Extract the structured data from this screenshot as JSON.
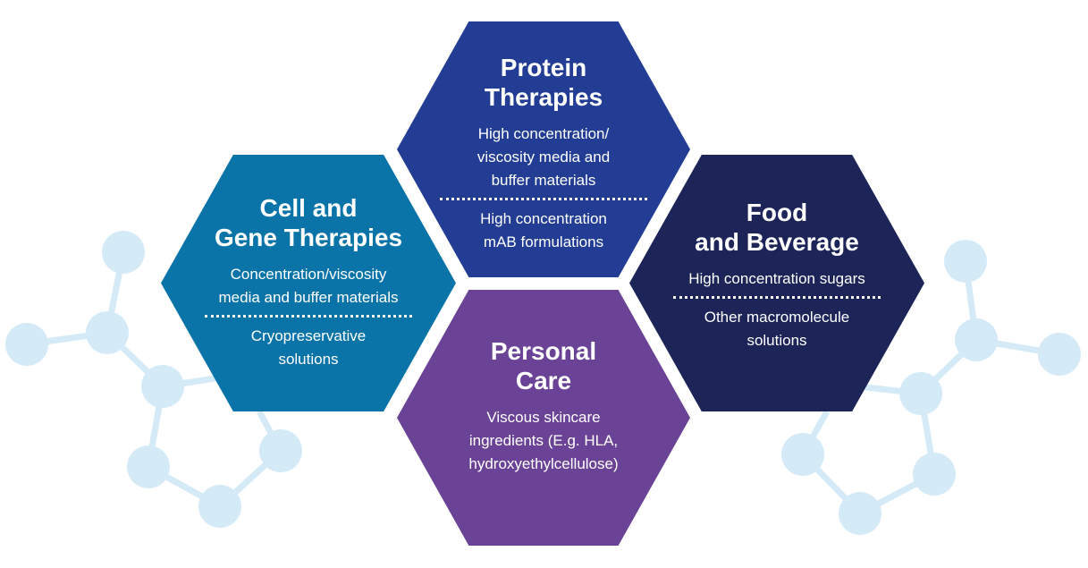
{
  "colors": {
    "protein": "#233c94",
    "cell": "#0a74a8",
    "food": "#1c2458",
    "care": "#6b4396",
    "molecule": "#d4eaf6"
  },
  "hexagons": {
    "protein": {
      "title": "Protein\nTherapies",
      "items": [
        "High concentration/\nviscosity media and\nbuffer materials",
        "High concentration\nmAB formulations"
      ]
    },
    "cell": {
      "title": "Cell and\nGene Therapies",
      "items": [
        "Concentration/viscosity\nmedia and buffer materials",
        "Cryopreservative\nsolutions"
      ]
    },
    "food": {
      "title": "Food\nand Beverage",
      "items": [
        "High concentration sugars",
        "Other macromolecule\nsolutions"
      ]
    },
    "care": {
      "title": "Personal\nCare",
      "items": [
        "Viscous skincare\ningredients (E.g. HLA,\nhydroxyethylcellulose)"
      ]
    }
  }
}
